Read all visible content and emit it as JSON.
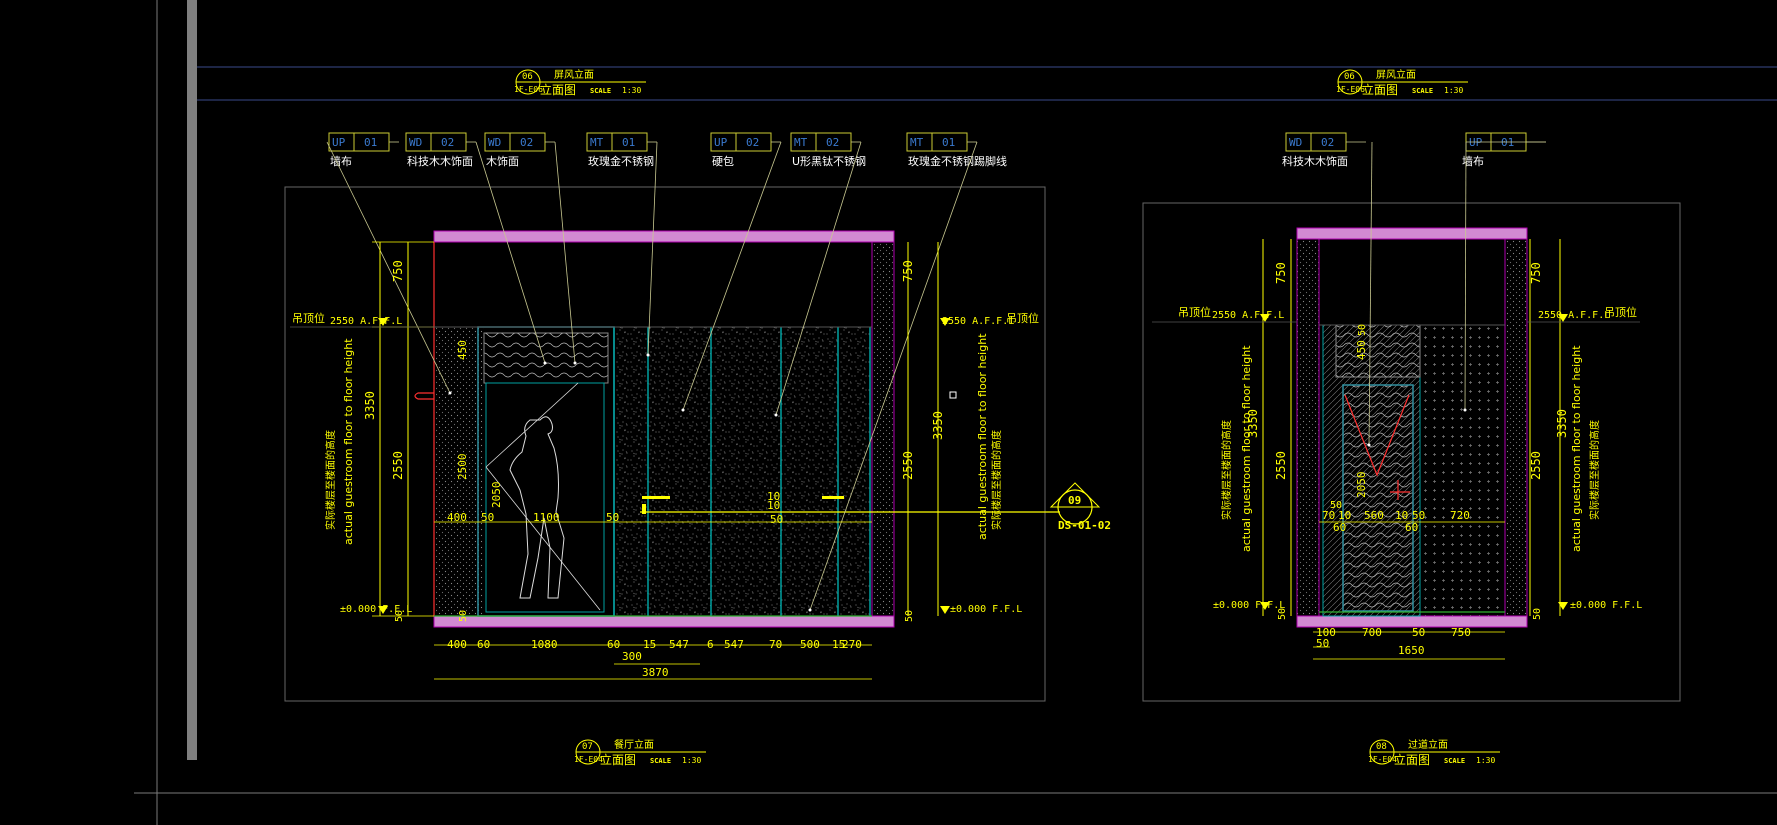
{
  "colors": {
    "background": "#000000",
    "dimension": "#ffff00",
    "leader": "#c8c890",
    "wall": "#b000b0",
    "ceiling": "#d28ad2",
    "panel": "#00a0a0",
    "door": "#3090a0",
    "red": "#ff3030",
    "frame": "#7a7a7a",
    "tag": "#cccc33"
  },
  "title_blocks": [
    {
      "num": "06",
      "code": "1F-E06",
      "name": "屏风立面",
      "subtitle": "立面图",
      "scale_label": "SCALE",
      "scale": "1:30"
    },
    {
      "num": "06",
      "code": "1F-E06",
      "name": "屏风立面",
      "subtitle": "立面图",
      "scale_label": "SCALE",
      "scale": "1:30"
    },
    {
      "num": "07",
      "code": "1F-E04",
      "name": "餐厅立面",
      "subtitle": "立面图",
      "scale_label": "SCALE",
      "scale": "1:30"
    },
    {
      "num": "08",
      "code": "1F-E04",
      "name": "过道立面",
      "subtitle": "立面图",
      "scale_label": "SCALE",
      "scale": "1:30"
    }
  ],
  "material_tags_left": [
    {
      "code": "UP",
      "num": "01",
      "desc": "墙布"
    },
    {
      "code": "WD",
      "num": "02",
      "desc": "科技木木饰面"
    },
    {
      "code": "WD",
      "num": "02",
      "desc": "木饰面"
    },
    {
      "code": "MT",
      "num": "01",
      "desc": "玫瑰金不锈钢"
    },
    {
      "code": "UP",
      "num": "02",
      "desc": "硬包"
    },
    {
      "code": "MT",
      "num": "02",
      "desc": "U形黑钛不锈钢"
    },
    {
      "code": "MT",
      "num": "01",
      "desc": "玫瑰金不锈钢踢脚线"
    }
  ],
  "material_tags_right": [
    {
      "code": "WD",
      "num": "02",
      "desc": "科技木木饰面"
    },
    {
      "code": "UP",
      "num": "01",
      "desc": "墙布"
    }
  ],
  "levels": {
    "ceiling": "2550 A.F.F.L",
    "ceiling_label": "吊顶位",
    "floor": "±0.000 F.F.L",
    "height_note_en": "actual guestroom floor to floor height",
    "height_note_cn": "实际楼层至楼面的高度"
  },
  "left_dims_vertical": {
    "total": "3350",
    "top": "750",
    "middle": "2550",
    "bottom": "50",
    "panel_top": "450",
    "door_h": "2500",
    "inner_h": "2050"
  },
  "left_dims_row1": [
    "400",
    "50",
    "1100",
    "50"
  ],
  "left_dims_row2": [
    "400",
    "60",
    "1080",
    "60",
    "15",
    "547",
    "6",
    "547",
    "70",
    "500",
    "15",
    "270"
  ],
  "left_dim_300": "300",
  "left_dim_total": "3870",
  "left_center_dims": [
    "10",
    "10",
    "50"
  ],
  "section_marker": {
    "num": "09",
    "ref": "DS-01-02"
  },
  "right_dims_vertical": {
    "total": "3350",
    "top": "750",
    "middle": "2550",
    "bottom": "50",
    "panel_top": "450",
    "door_h": "2050",
    "small": "50"
  },
  "right_dims_row1": [
    "70",
    "10",
    "560",
    "10",
    "50",
    "720"
  ],
  "right_dims_row1b": [
    "60",
    "60"
  ],
  "right_dims_row2": [
    "100",
    "700",
    "50",
    "750"
  ],
  "right_dim_50": "50",
  "right_dim_total": "1650"
}
